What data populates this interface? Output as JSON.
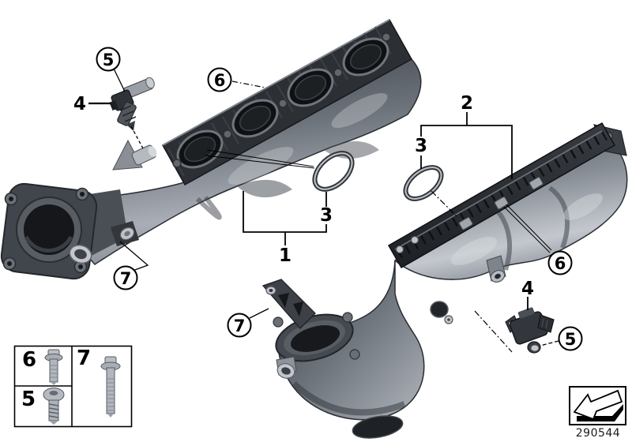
{
  "diagram": {
    "kind": "parts-diagram",
    "background": "#ffffff"
  },
  "callouts": {
    "c5l": "5",
    "c4l": "4",
    "c6l": "6",
    "c3l": "3",
    "c1": "1",
    "c7l": "7",
    "c2": "2",
    "c3r": "3",
    "c6r": "6",
    "c4r": "4",
    "c5r": "5",
    "c7r": "7"
  },
  "legend": {
    "cell6": "6",
    "cell7": "7",
    "cell5": "5",
    "icons": {
      "cell6": "flange-bolt-icon",
      "cell7": "long-flange-bolt-icon",
      "cell5": "pan-head-screw-icon"
    }
  },
  "footer": {
    "part_number": "290544",
    "direction_icon": "direction-of-travel-arrow-icon"
  },
  "colors": {
    "outline": "#000000",
    "part_dark": "#26292e",
    "part_mid": "#565b62",
    "part_light": "#c9cdd2",
    "background": "#ffffff"
  }
}
